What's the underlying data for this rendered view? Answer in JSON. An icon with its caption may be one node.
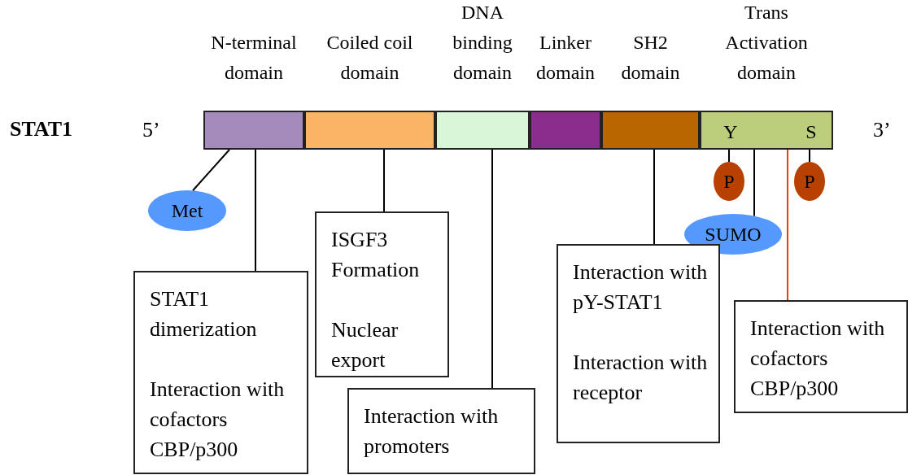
{
  "diagram": {
    "nodes": [
      {
        "text": [
          "N-terminal domain"
        ]
      },
      {
        "text": [
          "Coiled coil domain"
        ]
      },
      {
        "text": [
          "DNA binding domain"
        ]
      },
      {
        "text": [
          "Linker domain"
        ]
      },
      {
        "text": [
          "SH2 domain"
        ]
      },
      {
        "text": [
          "Trans Activation domain",
          "Y",
          "S"
        ]
      },
      {
        "text": [
          "Met"
        ]
      },
      {
        "text": [
          "P"
        ]
      },
      {
        "text": [
          "P"
        ]
      },
      {
        "text": [
          "SUMO"
        ]
      },
      {
        "text": [
          "STAT1 dimerization",
          "Interaction with cofactors CBP/p300"
        ]
      },
      {
        "text": [
          "ISGF3 Formation",
          "Nuclear export"
        ]
      },
      {
        "text": [
          "Interaction with promoters"
        ]
      },
      {
        "text": [
          "Interaction with pY-STAT1",
          "Interaction with receptor"
        ]
      },
      {
        "text": [
          "Interaction with cofactors CBP/p300"
        ]
      }
    ],
    "edges": [
      {
        "from": 0,
        "to": 6,
        "arrow": "none"
      },
      {
        "from": 0,
        "to": 10,
        "arrow": "none"
      },
      {
        "from": 1,
        "to": 11,
        "arrow": "none"
      },
      {
        "from": 2,
        "to": 12,
        "arrow": "none"
      },
      {
        "from": 4,
        "to": 13,
        "arrow": "none"
      },
      {
        "from": 5,
        "to": 7,
        "arrow": "none"
      },
      {
        "from": 5,
        "to": 8,
        "arrow": "none"
      },
      {
        "from": 5,
        "to": 9,
        "arrow": "none"
      },
      {
        "from": 5,
        "to": 14,
        "arrow": "none",
        "color": "#ff3300"
      }
    ],
    "labels": [
      "STAT1",
      "5’",
      "3’"
    ]
  }
}
